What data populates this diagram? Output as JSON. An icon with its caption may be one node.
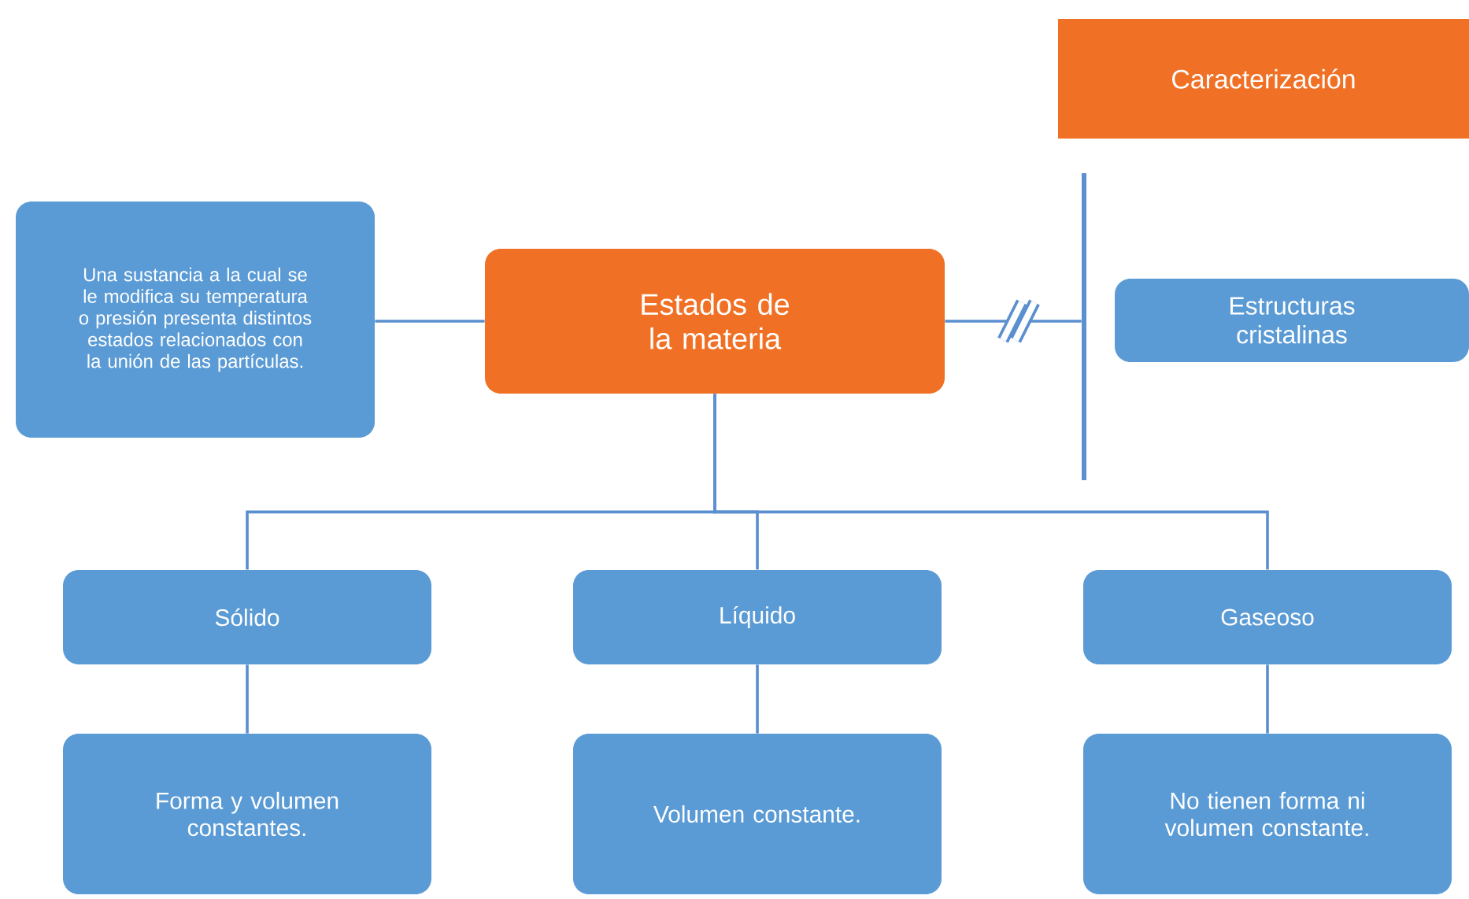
{
  "diagram": {
    "nodes": [
      {
        "text": [
          "Caracterización"
        ]
      },
      {
        "text": [
          "Una sustancia a la cual se le modifica su temperatura o presión presenta distintos estados relacionados con la unión de las partículas."
        ]
      },
      {
        "text": [
          "Estados de la materia"
        ]
      },
      {
        "text": [
          "Estructuras cristalinas"
        ]
      },
      {
        "text": [
          "Sólido"
        ]
      },
      {
        "text": [
          "Líquido"
        ]
      },
      {
        "text": [
          "Gaseoso"
        ]
      },
      {
        "text": [
          "Forma y volumen constantes."
        ]
      },
      {
        "text": [
          "Volumen constante."
        ]
      },
      {
        "text": [
          "No tienen forma ni volumen constante."
        ]
      },
      {
        "text": [],
        "shape": "bar"
      }
    ],
    "edges": [
      {
        "from": 2,
        "to": 1,
        "arrow": "none"
      },
      {
        "from": 2,
        "to": 10,
        "arrow": "none"
      },
      {
        "from": 2,
        "to": 4,
        "arrow": "none"
      },
      {
        "from": 2,
        "to": 5,
        "arrow": "none"
      },
      {
        "from": 2,
        "to": 6,
        "arrow": "none"
      },
      {
        "from": 4,
        "to": 7,
        "arrow": "none"
      },
      {
        "from": 5,
        "to": 8,
        "arrow": "none"
      },
      {
        "from": 6,
        "to": 9,
        "arrow": "none"
      }
    ]
  }
}
